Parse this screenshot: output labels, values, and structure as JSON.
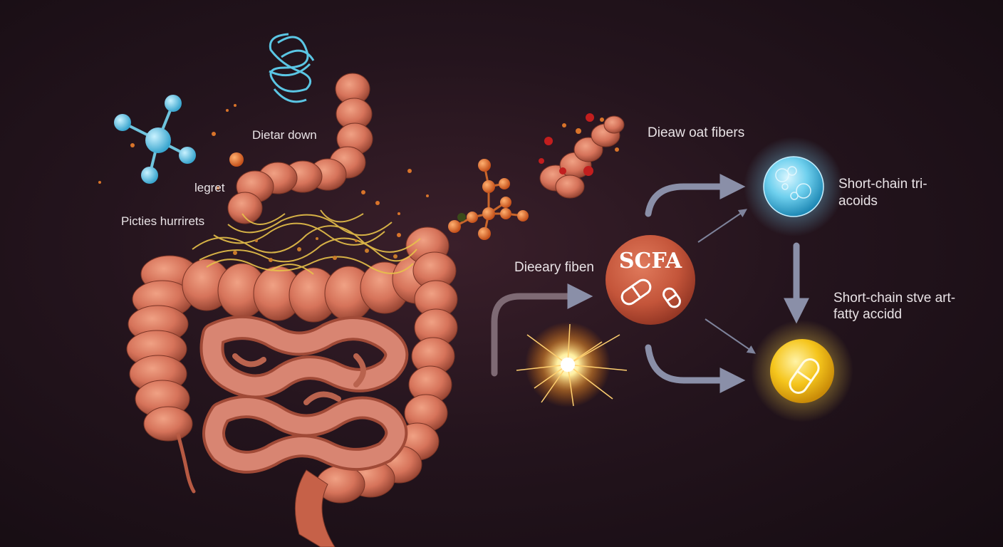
{
  "labels": {
    "dietar_down": "Dietar down",
    "legret": "legret",
    "picties_hurrirets": "Picties hurrirets",
    "dieeary_fiben": "Dieeary fiben",
    "dieaw_oat_fibers": "Dieaw oat fibers",
    "scfa": "SCFA",
    "scfa_tri_line1": "Short-chain  tri-",
    "scfa_tri_line2": "acoids",
    "scfa_fatty_line1": "Short-chain stve art-",
    "scfa_fatty_line2": "fatty accidd"
  },
  "colors": {
    "background": "#1c1017",
    "intestine": "#d6735a",
    "scfa_node": "#c4553a",
    "blue_node": "#6fd0ee",
    "yellow_node": "#f5c51c",
    "arrow": "#8a8fa8",
    "fiber": "#e8c24a"
  },
  "icons": {
    "scfa_pills": "capsule-pair-icon",
    "yellow_capsule": "capsule-icon",
    "blue_bubbles": "bubbles-icon"
  }
}
